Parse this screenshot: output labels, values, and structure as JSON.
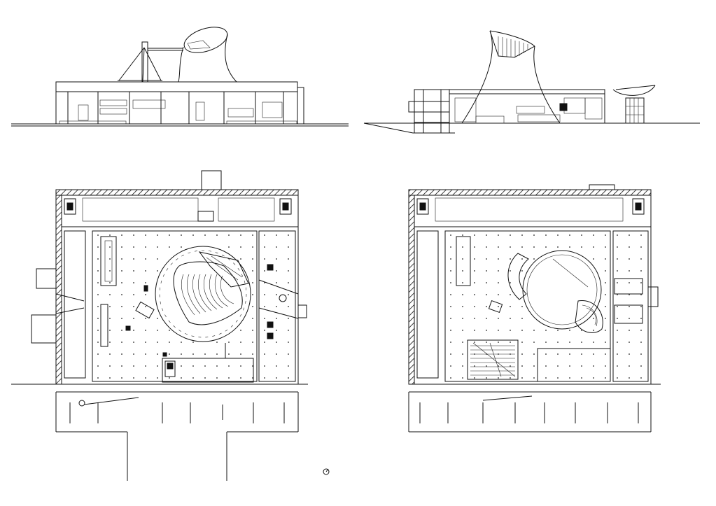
{
  "drawing_set": {
    "views": [
      {
        "id": "elevation-left"
      },
      {
        "id": "elevation-right"
      },
      {
        "id": "plan-left"
      },
      {
        "id": "plan-right"
      }
    ],
    "north_arrow": {
      "icon": "north-arrow-icon"
    }
  },
  "colors": {
    "line": "#111111",
    "background": "#ffffff"
  }
}
